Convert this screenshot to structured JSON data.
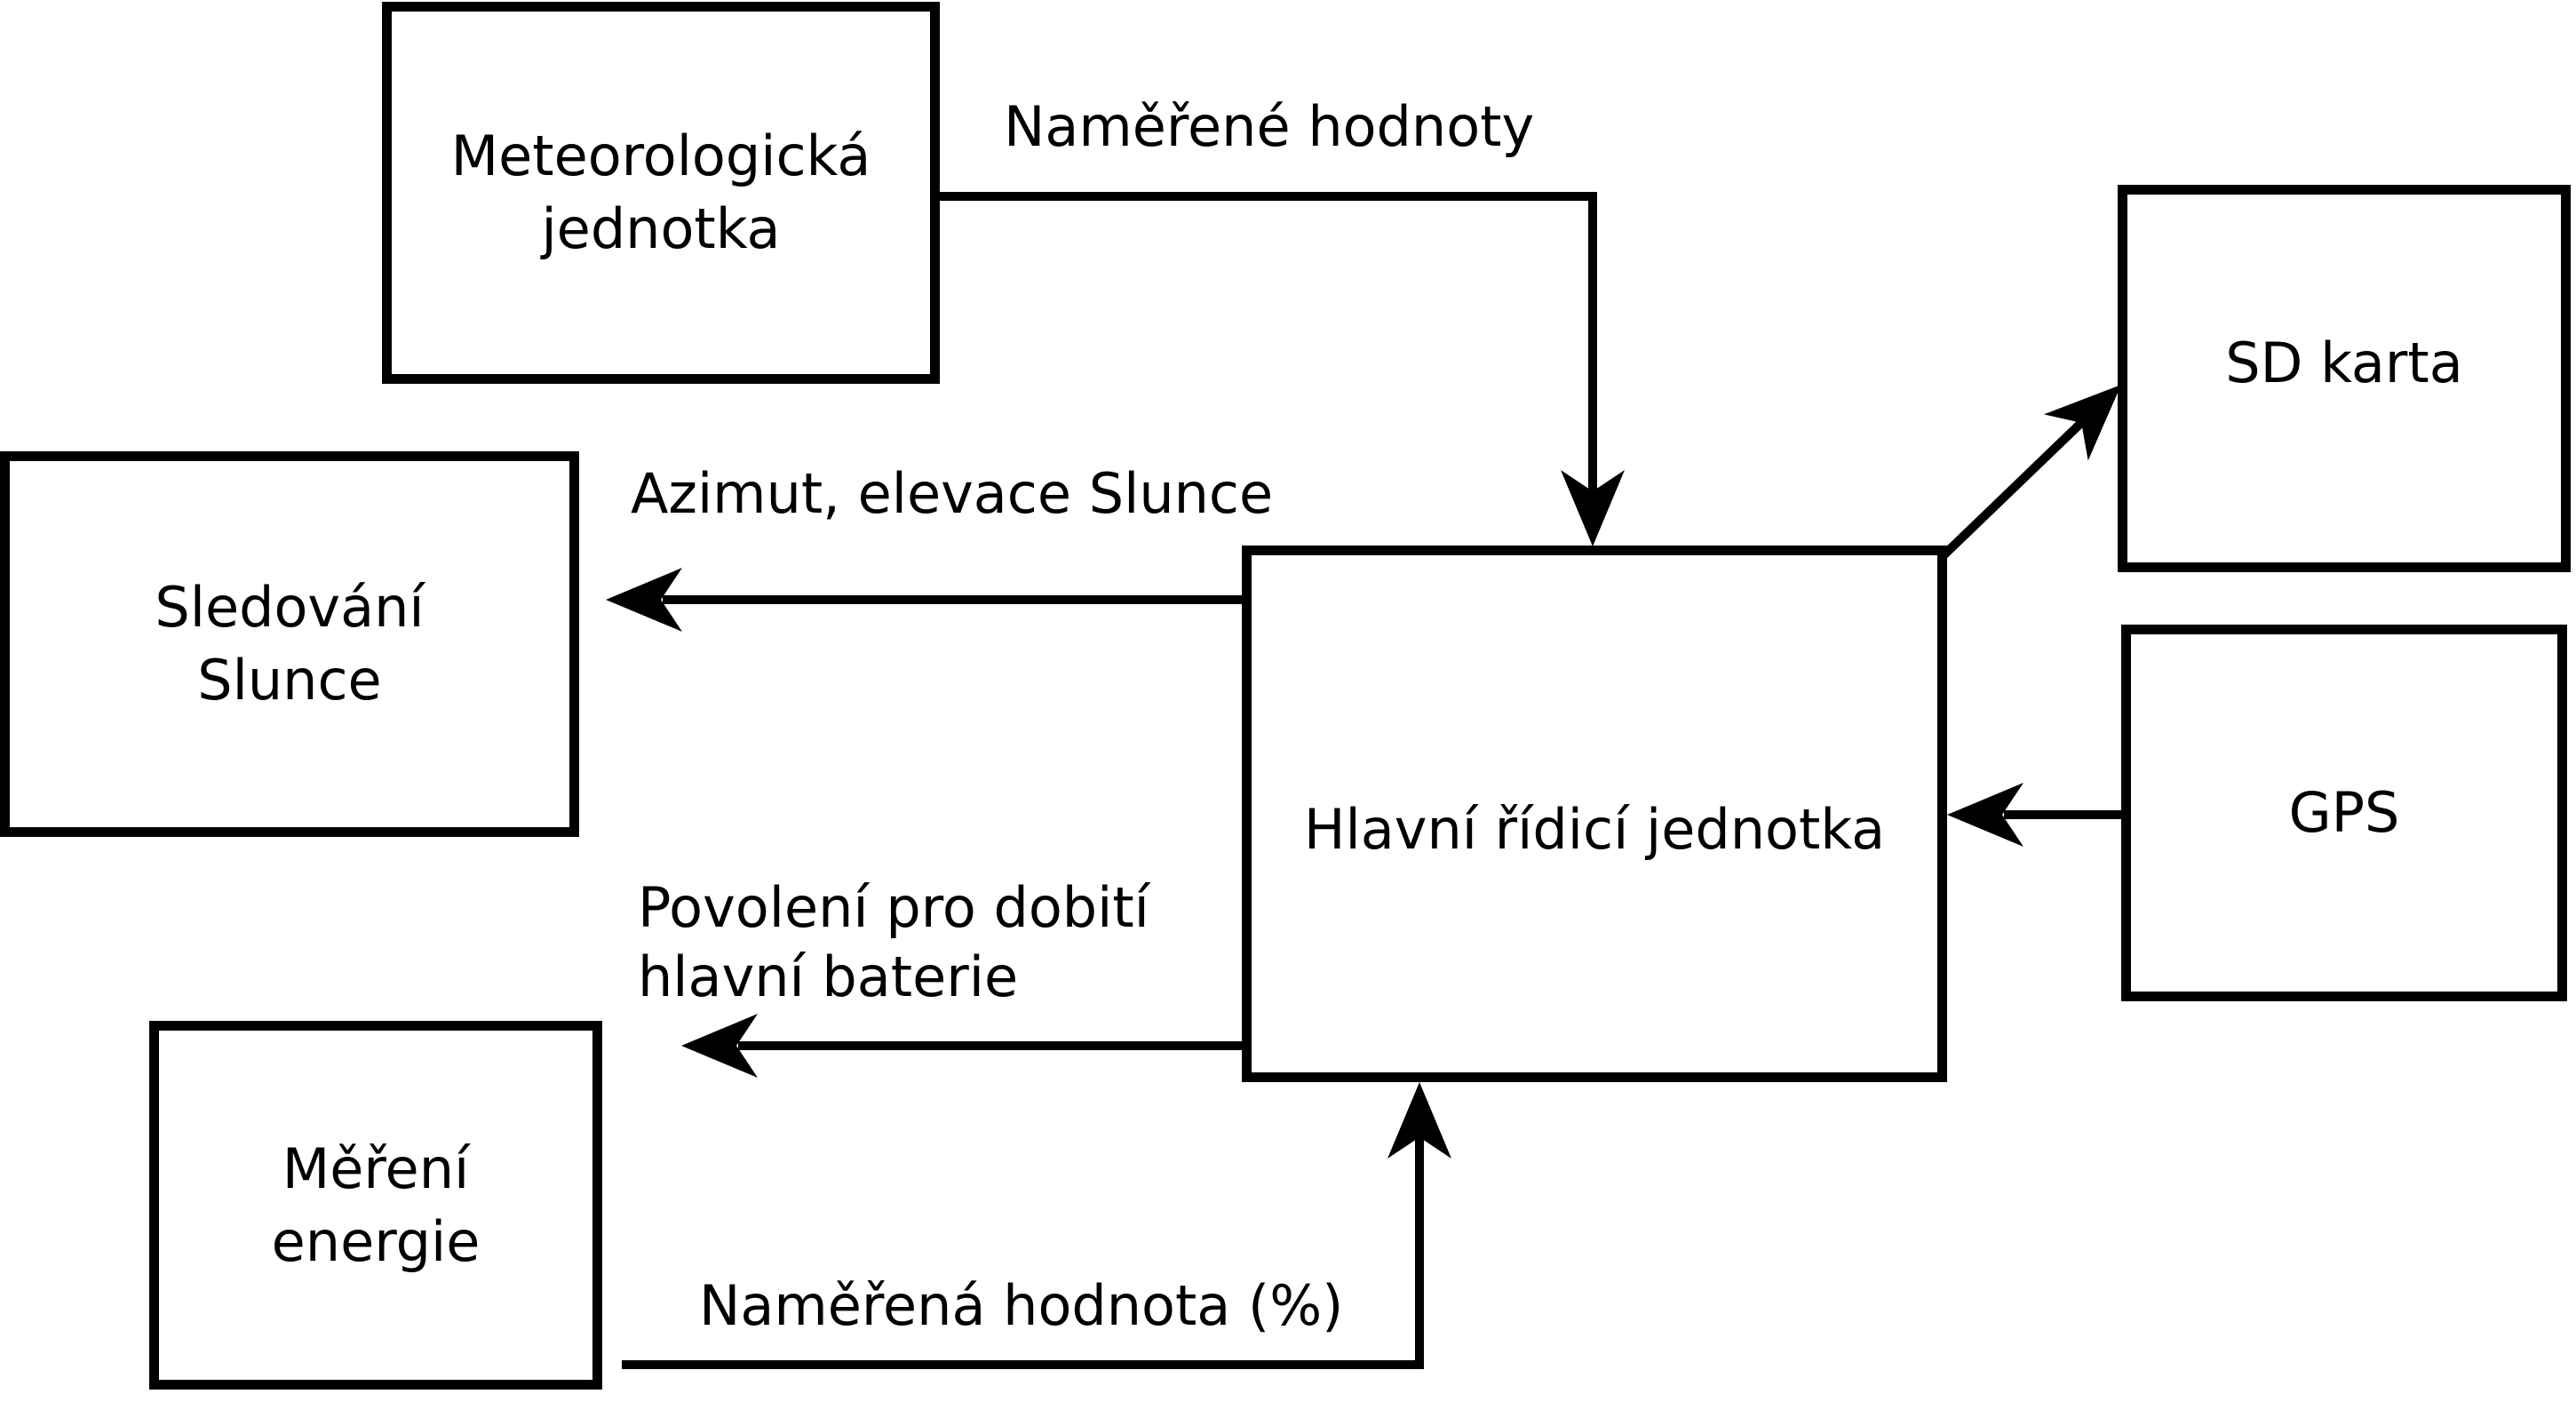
{
  "diagram": {
    "title": "",
    "colors": {
      "stroke": "#000000",
      "background": "#ffffff",
      "text": "#000000"
    },
    "boxes": {
      "meteo": {
        "line1": "Meteorologická",
        "line2": "jednotka"
      },
      "sd": {
        "label": "SD karta"
      },
      "sledovani": {
        "line1": "Sledování",
        "line2": "Slunce"
      },
      "hlavni": {
        "label": "Hlavní řídicí jednotka"
      },
      "gps": {
        "label": "GPS"
      },
      "mereni": {
        "line1": "Měření",
        "line2": "energie"
      }
    },
    "edge_labels": {
      "namerene_hodnoty": "Naměřené hodnoty",
      "azimut_elevace": "Azimut, elevace Slunce",
      "povoleni_line1": "Povolení pro dobití",
      "povoleni_line2": "hlavní baterie",
      "namerena_hodnota": "Naměřená hodnota (%)"
    },
    "edges": [
      {
        "from": "meteo",
        "to": "hlavni",
        "label": "Naměřené hodnoty"
      },
      {
        "from": "hlavni",
        "to": "sledovani",
        "label": "Azimut, elevace Slunce"
      },
      {
        "from": "hlavni",
        "to": "sd",
        "label": ""
      },
      {
        "from": "gps",
        "to": "hlavni",
        "label": ""
      },
      {
        "from": "hlavni",
        "to": "out-left",
        "label": "Povolení pro dobití hlavní baterie"
      },
      {
        "from": "mereni",
        "to": "hlavni",
        "label": "Naměřená hodnota (%)"
      }
    ]
  }
}
